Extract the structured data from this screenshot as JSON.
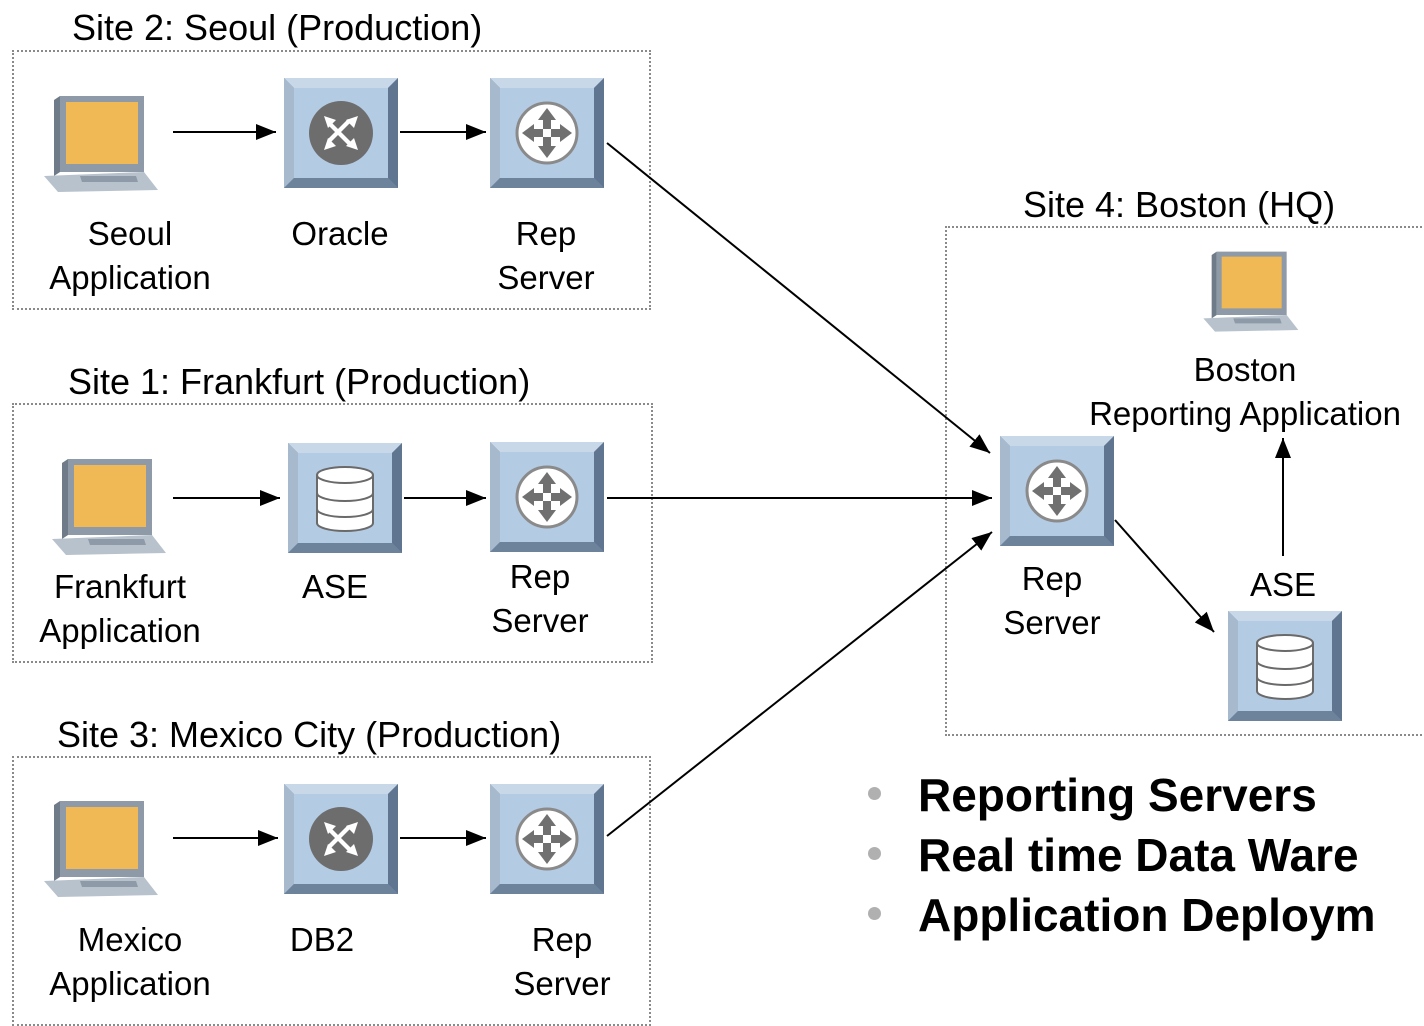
{
  "sites": {
    "seoul": {
      "title": "Site 2: Seoul (Production)",
      "app_label": [
        "Seoul",
        "Application"
      ],
      "db_label": "Oracle",
      "rep_label": [
        "Rep",
        "Server"
      ]
    },
    "frankfurt": {
      "title": "Site 1: Frankfurt (Production)",
      "app_label": [
        "Frankfurt",
        "Application"
      ],
      "db_label": "ASE",
      "rep_label": [
        "Rep",
        "Server"
      ]
    },
    "mexico": {
      "title": "Site 3: Mexico City (Production)",
      "app_label": [
        "Mexico",
        "Application"
      ],
      "db_label": "DB2",
      "rep_label": [
        "Rep",
        "Server"
      ]
    },
    "boston": {
      "title": "Site 4: Boston (HQ)",
      "app_label": [
        "Boston",
        "Reporting Application"
      ],
      "rep_label": [
        "Rep",
        "Server"
      ],
      "db_label": "ASE"
    }
  },
  "bullets": [
    "Reporting Servers",
    "Real time Data Ware",
    "Application Deploym"
  ],
  "colors": {
    "tile_face": "#b4cbe4",
    "tile_frame": "#7f95ad",
    "screen": "#f0b955",
    "monitor": "#9aa6b4",
    "dotted_border": "#8a8a8a"
  }
}
